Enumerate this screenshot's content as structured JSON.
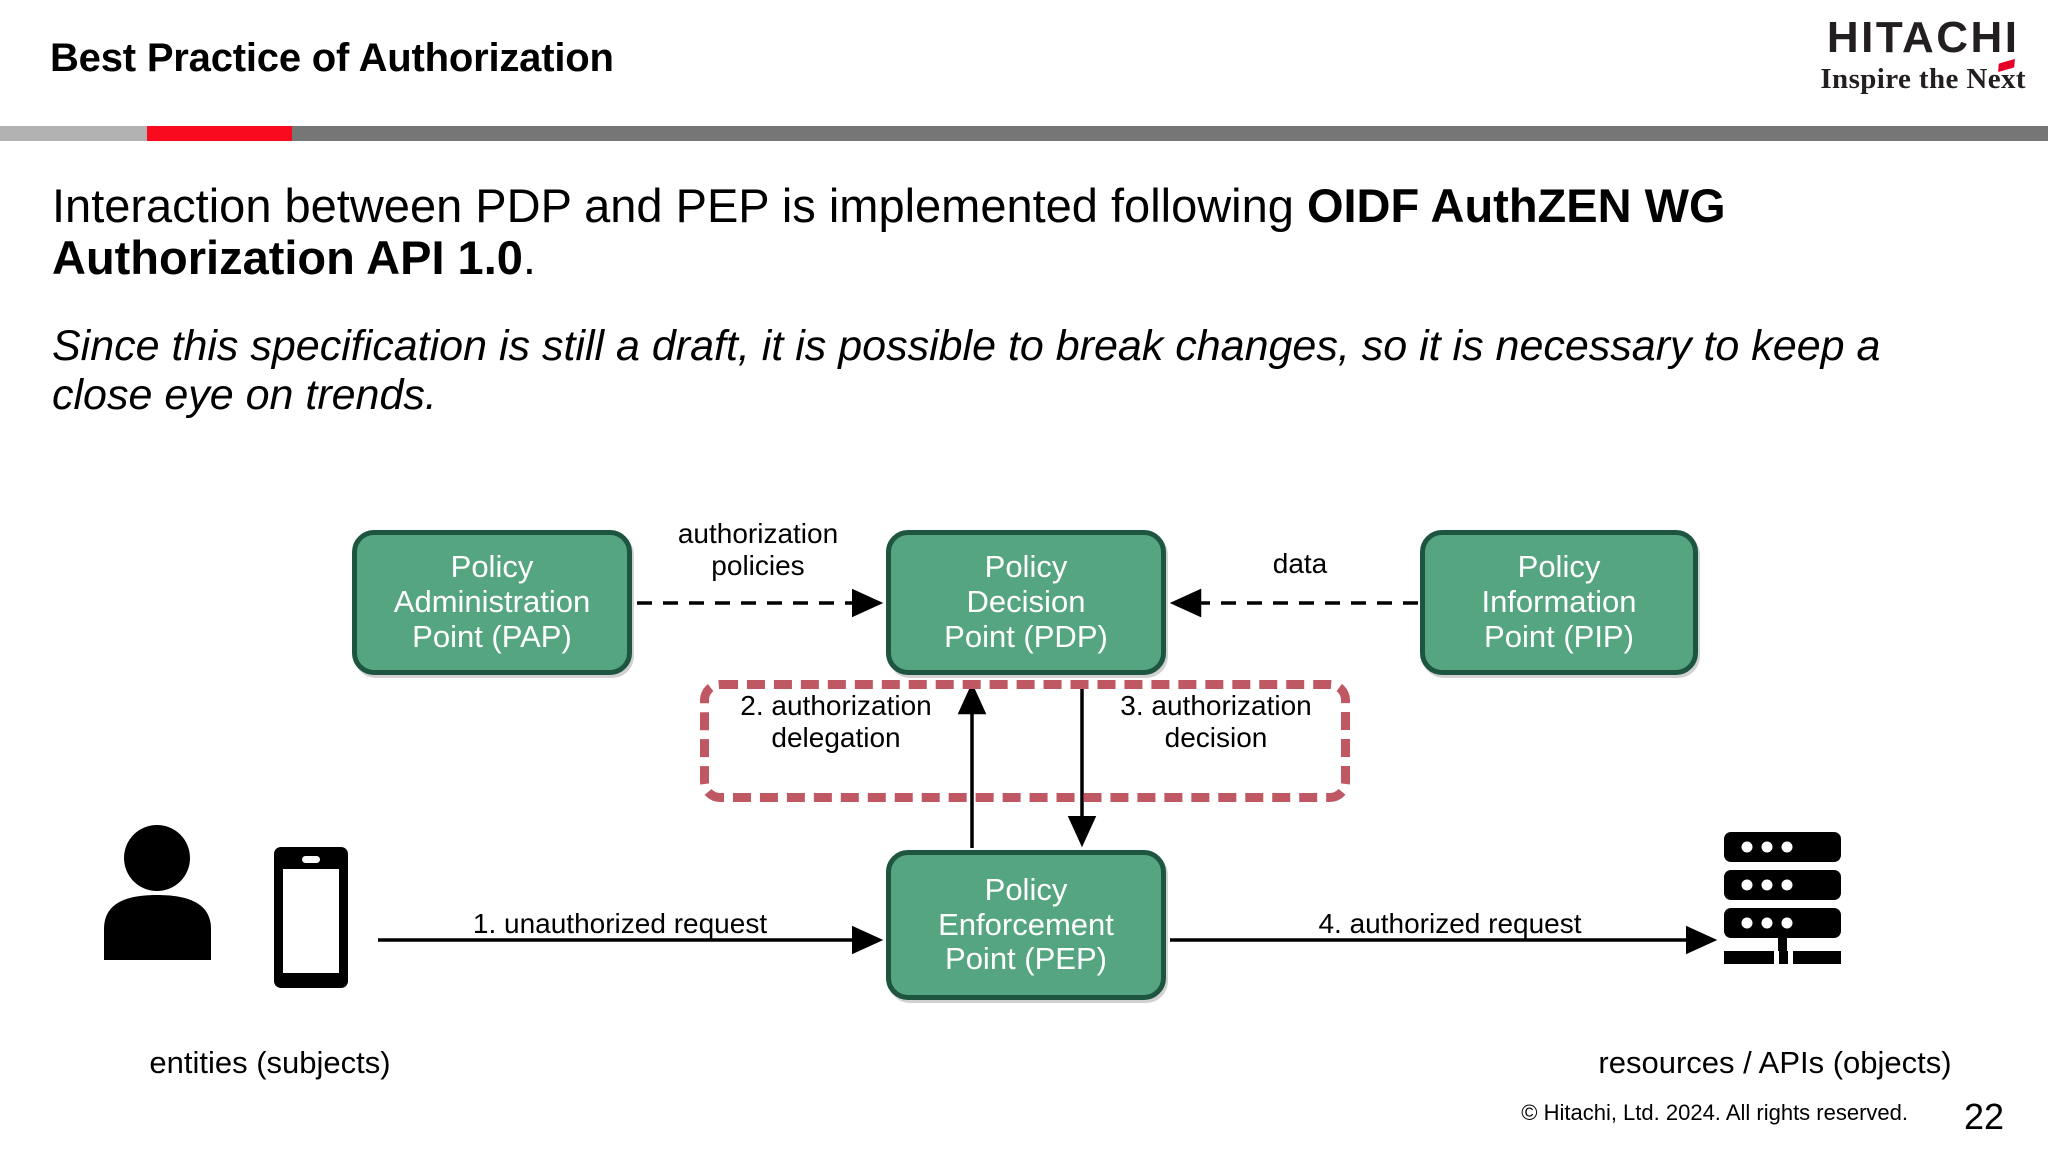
{
  "header": {
    "title": "Best Practice of Authorization",
    "logo_word": "HITACHI",
    "logo_tagline": "Inspire the Next",
    "accent_red": "#fa0a1e",
    "divider_left_gray": "#b1b1b1",
    "divider_right_gray": "#767676"
  },
  "body": {
    "paragraph_plain_1": "Interaction between PDP and PEP is implemented following ",
    "paragraph_bold": "OIDF AuthZEN WG Authorization API 1.0",
    "paragraph_plain_2": ".",
    "note_italic": "Since this specification is still a draft, it is possible to break changes, so it is necessary to keep a close eye on trends."
  },
  "diagram": {
    "node_fill": "#55a680",
    "node_border": "#1d5540",
    "highlight_color": "#bf5863",
    "nodes": [
      {
        "id": "pap",
        "label": "Policy\nAdministration\nPoint (PAP)"
      },
      {
        "id": "pdp",
        "label": "Policy\nDecision\nPoint (PDP)"
      },
      {
        "id": "pip",
        "label": "Policy\nInformation\nPoint (PIP)"
      },
      {
        "id": "pep",
        "label": "Policy\nEnforcement\nPoint (PEP)"
      }
    ],
    "edges": [
      {
        "id": "policies",
        "label": "authorization\npolicies",
        "from": "pap",
        "to": "pdp",
        "style": "dashed"
      },
      {
        "id": "data",
        "label": "data",
        "from": "pip",
        "to": "pdp",
        "style": "dashed"
      },
      {
        "id": "delegation",
        "label": "2. authorization\ndelegation",
        "from": "pep",
        "to": "pdp",
        "style": "solid"
      },
      {
        "id": "decision",
        "label": "3. authorization\ndecision",
        "from": "pdp",
        "to": "pep",
        "style": "solid"
      },
      {
        "id": "request1",
        "label": "1. unauthorized request",
        "from": "entities",
        "to": "pep",
        "style": "solid"
      },
      {
        "id": "request4",
        "label": "4. authorized request",
        "from": "pep",
        "to": "resources",
        "style": "solid"
      }
    ],
    "endpoints": [
      {
        "id": "entities",
        "label": "entities (subjects)"
      },
      {
        "id": "resources",
        "label": "resources / APIs (objects)"
      }
    ]
  },
  "footer": {
    "copyright": "© Hitachi, Ltd. 2024. All rights reserved.",
    "page_number": "22"
  }
}
